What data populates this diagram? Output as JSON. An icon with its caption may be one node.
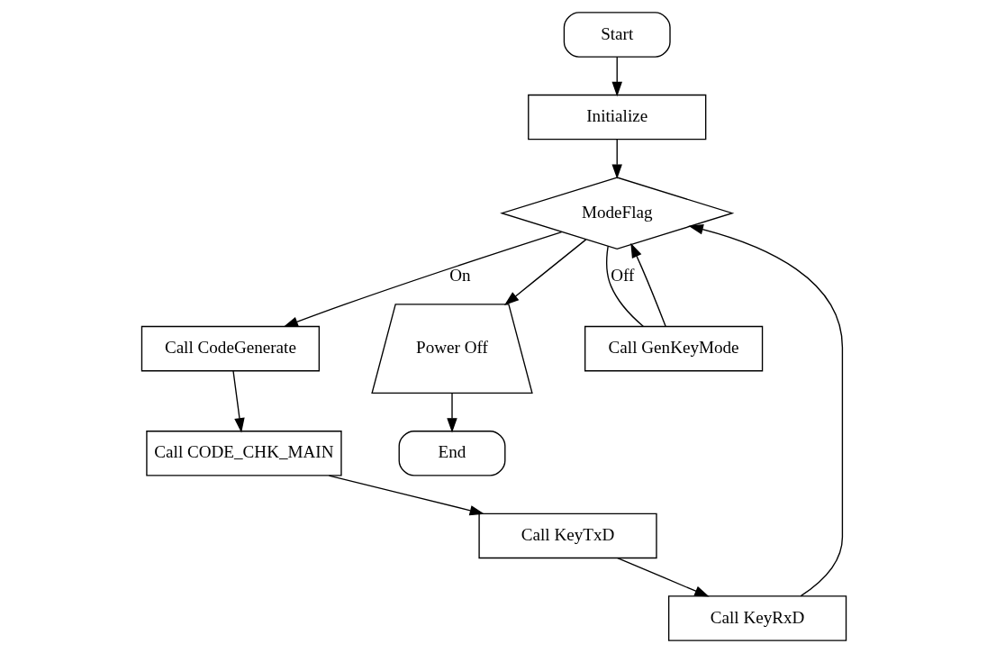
{
  "diagram": {
    "nodes": [
      {
        "text": [
          "Start"
        ]
      },
      {
        "text": [
          "Initialize"
        ]
      },
      {
        "text": [
          "ModeFlag"
        ]
      },
      {
        "text": [
          "Call CodeGenerate"
        ]
      },
      {
        "text": [
          "Call CODE_CHK_MAIN"
        ]
      },
      {
        "text": [
          "Call KeyTxD"
        ]
      },
      {
        "text": [
          "Call KeyRxD"
        ]
      },
      {
        "text": [
          "Power Off"
        ]
      },
      {
        "text": [
          "Call GenKeyMode"
        ]
      },
      {
        "text": [
          "End"
        ]
      }
    ],
    "edges": [
      {
        "from": 0,
        "to": 1,
        "arrow": "to"
      },
      {
        "from": 1,
        "to": 2,
        "arrow": "to"
      },
      {
        "from": 2,
        "to": 3,
        "arrow": "to",
        "label": "On"
      },
      {
        "from": 3,
        "to": 4,
        "arrow": "to"
      },
      {
        "from": 4,
        "to": 5,
        "arrow": "to"
      },
      {
        "from": 5,
        "to": 6,
        "arrow": "to"
      },
      {
        "from": 6,
        "to": 2,
        "arrow": "to"
      },
      {
        "from": 2,
        "to": 8,
        "arrow": "none",
        "label": "Off"
      },
      {
        "from": 8,
        "to": 2,
        "arrow": "to"
      },
      {
        "from": 2,
        "to": 7,
        "arrow": "to"
      },
      {
        "from": 7,
        "to": 9,
        "arrow": "to"
      }
    ]
  }
}
